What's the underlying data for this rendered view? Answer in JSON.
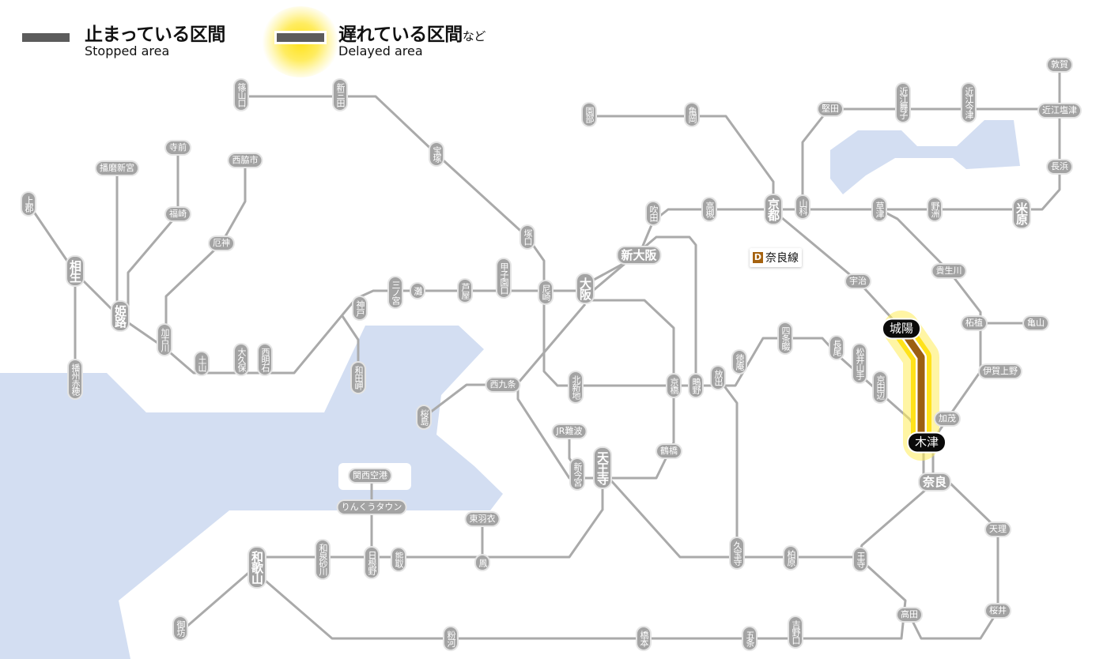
{
  "legend": {
    "stopped_jp": "止まっている区間",
    "stopped_en": "Stopped area",
    "delayed_jp": "遅れている区間",
    "delayed_suffix": "など",
    "delayed_en": "Delayed area"
  },
  "line_label": {
    "badge": "D",
    "name": "奈良線",
    "color": "#a5620f"
  },
  "colors": {
    "line": "#aaaaaa",
    "station": "#a3a3a3",
    "water": "#d3def2",
    "delay_glow": "#ffe21a",
    "delay_line": "#9c5f12",
    "stopped": "#5c5c5c"
  },
  "stations": [
    "篠山口",
    "新三田",
    "宝塚",
    "塚口",
    "尼崎",
    "甲子園口",
    "芦屋",
    "灘",
    "三ノ宮",
    "神戸",
    "和田岬",
    "西明石",
    "大久保",
    "土山",
    "加古川",
    "姫路",
    "相生",
    "上郡",
    "播州赤穂",
    "播磨新宮",
    "寺前",
    "福崎",
    "西脇市",
    "厄神",
    "大阪",
    "新大阪",
    "吹田",
    "高槻",
    "京都",
    "山科",
    "園部",
    "亀岡",
    "堅田",
    "近江舞子",
    "近江今津",
    "近江塩津",
    "敦賀",
    "長浜",
    "米原",
    "草津",
    "野洲",
    "貴生川",
    "柘植",
    "亀山",
    "伊賀上野",
    "加茂",
    "宇治",
    "城陽",
    "木津",
    "奈良",
    "天理",
    "桜井",
    "高田",
    "王寺",
    "柏原",
    "久宝寺",
    "四条畷",
    "長尾",
    "松井山手",
    "京田辺",
    "徳庵",
    "放出",
    "鴫野",
    "京橋",
    "北新地",
    "西九条",
    "桜島",
    "鶴橋",
    "JR難波",
    "新今宮",
    "天王寺",
    "関西空港",
    "りんくうタウン",
    "東羽衣",
    "鳳",
    "熊取",
    "日根野",
    "和泉砂川",
    "和歌山",
    "御坊",
    "粉河",
    "橋本",
    "五条",
    "吉野口"
  ]
}
